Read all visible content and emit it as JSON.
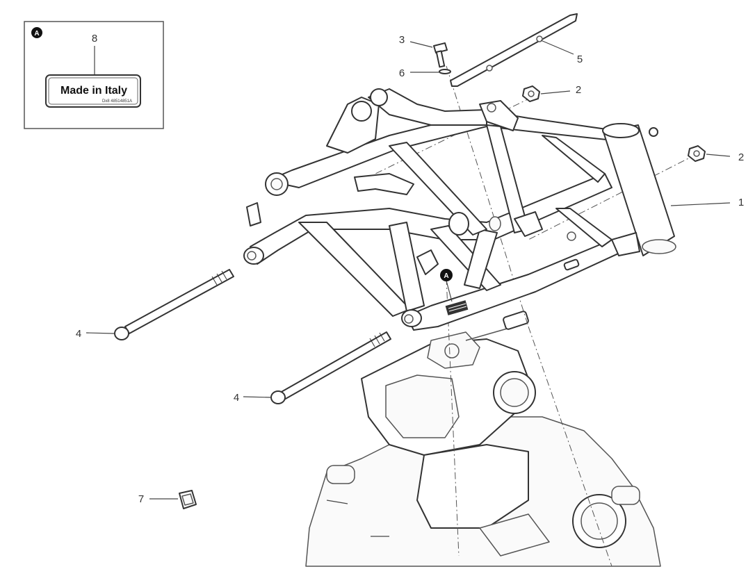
{
  "inset": {
    "marker": "A",
    "callout": "8",
    "label_main": "Made in Italy",
    "label_code": "Dx8 48514851A"
  },
  "frame_marker": "A",
  "callouts": {
    "c1": "1",
    "c2a": "2",
    "c2b": "2",
    "c3": "3",
    "c4a": "4",
    "c4b": "4",
    "c5": "5",
    "c6": "6",
    "c7": "7"
  }
}
